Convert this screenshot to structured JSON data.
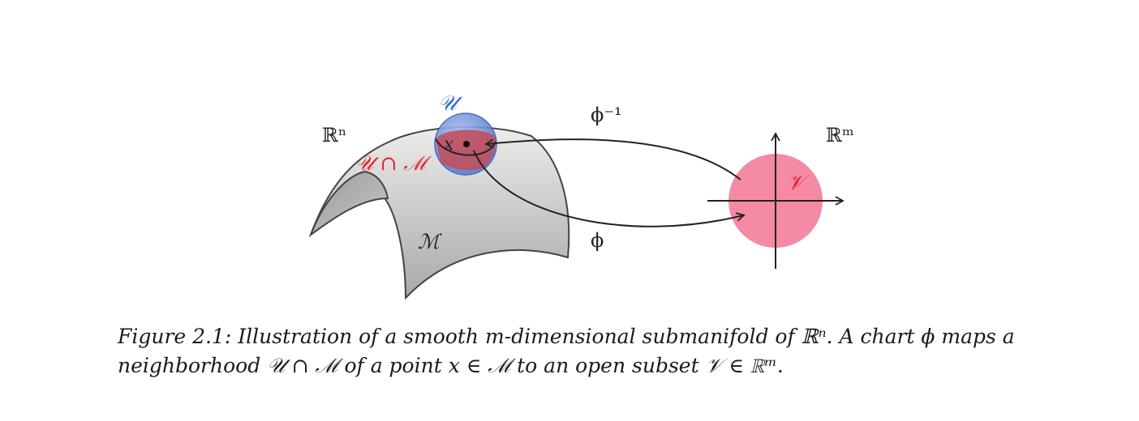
{
  "figure": {
    "labels": {
      "rn": "ℝⁿ",
      "rm": "ℝᵐ",
      "u": "𝒰",
      "u_cap_m": "𝒰 ∩ ℳ",
      "m": "ℳ",
      "x": "x",
      "v": "𝒱",
      "phi_inv": "ϕ⁻¹",
      "phi": "ϕ"
    },
    "colors": {
      "surface_fill": "#d6d6d4",
      "sphere_fill": "#6b8fd8",
      "sphere_cap": "#c0505e",
      "disk_fill": "#f48aa4",
      "u_label": "#2a6ad1",
      "red_label": "#e02030"
    }
  },
  "caption": {
    "line1": "Figure 2.1: Illustration of a smooth m-dimensional submanifold of ℝⁿ. A chart ϕ maps a",
    "line2": "neighborhood 𝒰 ∩ ℳ of a point x ∈ ℳ to an open subset 𝒱 ∈ ℝᵐ."
  }
}
